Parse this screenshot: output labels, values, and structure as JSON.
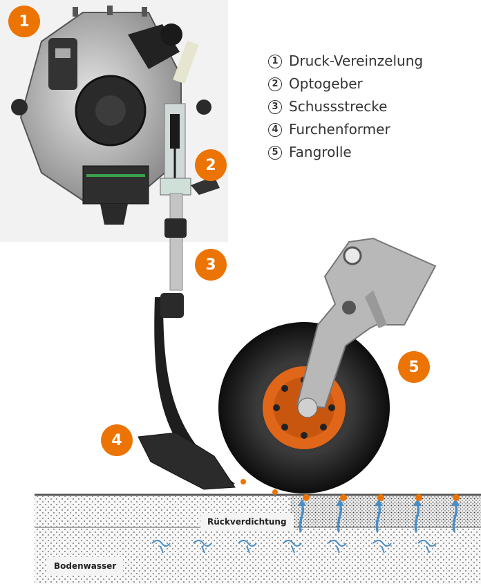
{
  "badges": {
    "b1": "1",
    "b2": "2",
    "b3": "3",
    "b4": "4",
    "b5": "5"
  },
  "legend": {
    "items": [
      {
        "num": "1",
        "label": "Druck-Vereinzelung"
      },
      {
        "num": "2",
        "label": "Optogeber"
      },
      {
        "num": "3",
        "label": "Schussstrecke"
      },
      {
        "num": "4",
        "label": "Furchenformer"
      },
      {
        "num": "5",
        "label": "Fangrolle"
      }
    ]
  },
  "soil": {
    "compaction_label": "Rückverdichtung",
    "water_label": "Bodenwasser"
  },
  "colors": {
    "accent": "#ec7404",
    "water_arrow": "#4a8ec8",
    "machine_dark": "#2a2a2a",
    "machine_metal": "#b8b8b8"
  }
}
